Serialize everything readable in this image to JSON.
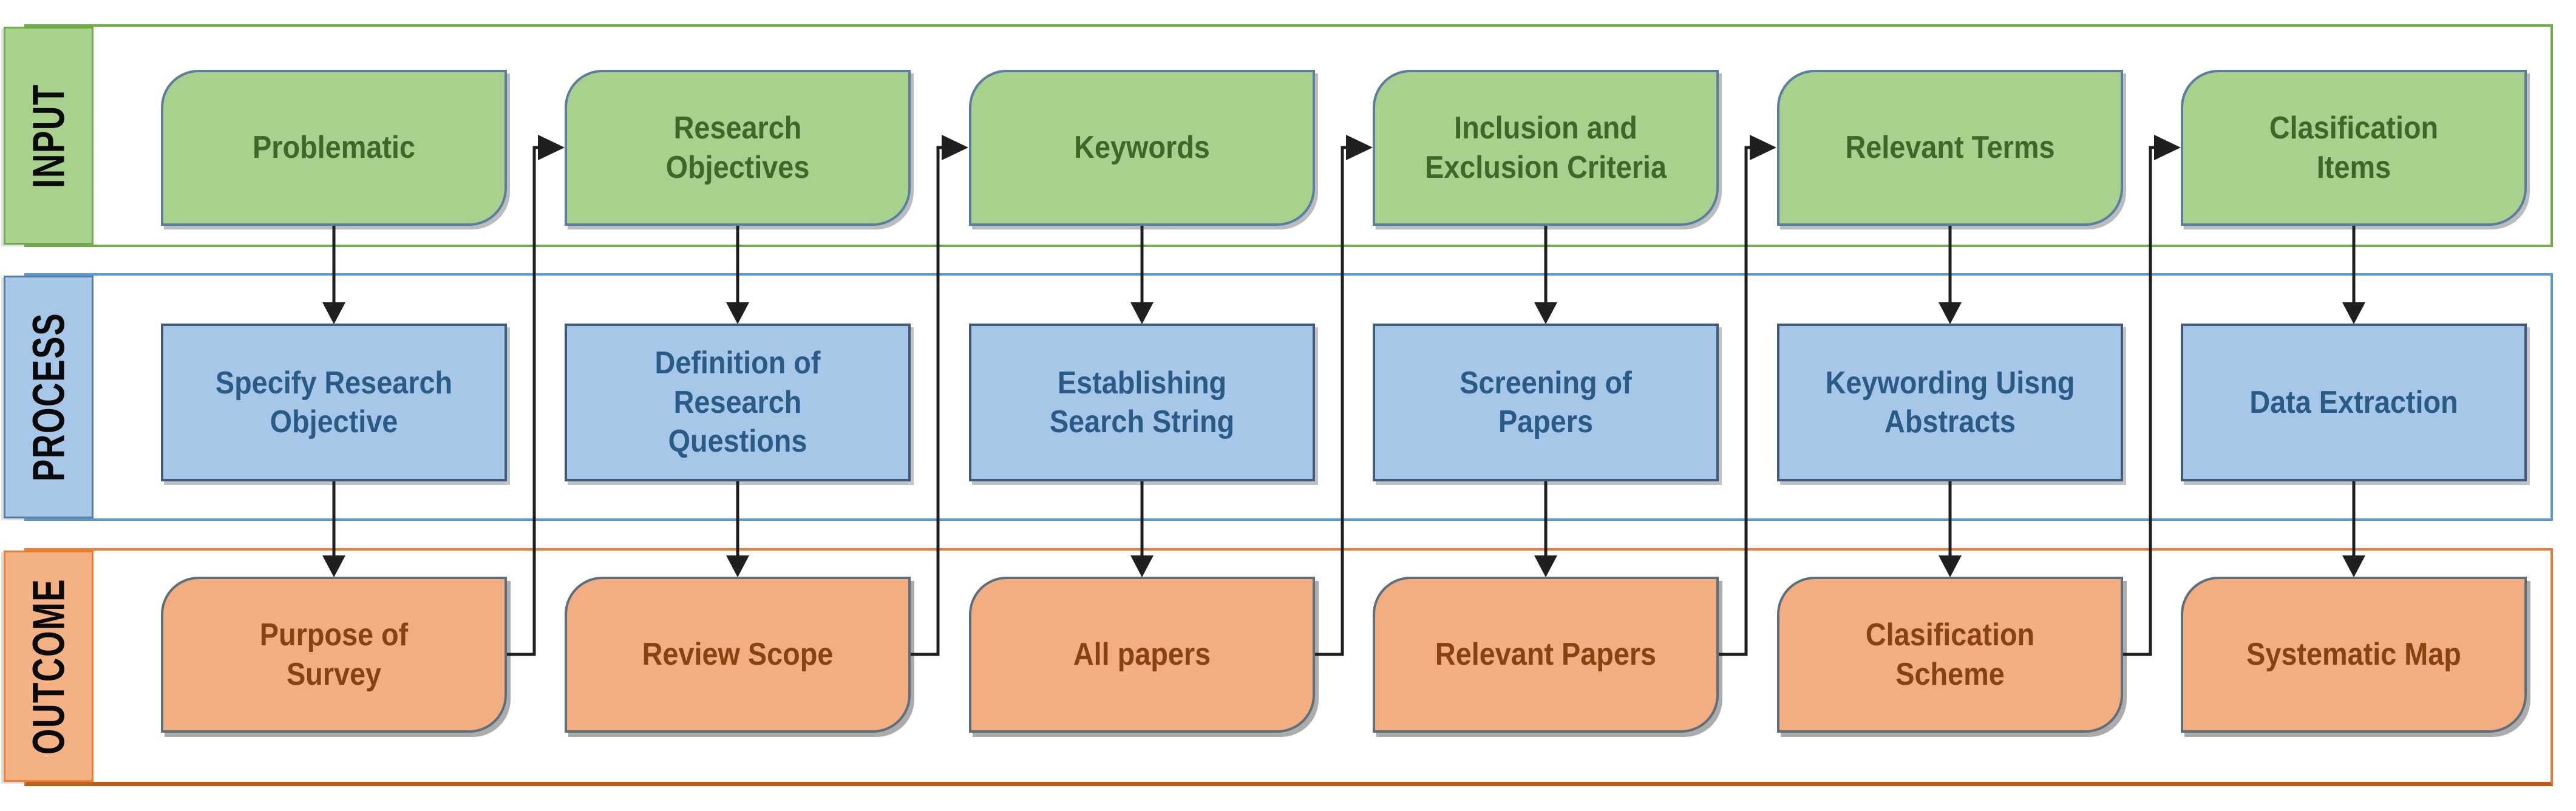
{
  "diagram": {
    "bands": [
      {
        "label": "INPUT",
        "boxes": [
          {
            "label": "Problematic"
          },
          {
            "label": "Research\nObjectives"
          },
          {
            "label": "Keywords"
          },
          {
            "label": "Inclusion and\nExclusion Criteria"
          },
          {
            "label": "Relevant Terms"
          },
          {
            "label": "Clasification\nItems"
          }
        ]
      },
      {
        "label": "PROCESS",
        "boxes": [
          {
            "label": "Specify Research\nObjective"
          },
          {
            "label": "Definition of\nResearch\nQuestions"
          },
          {
            "label": "Establishing\nSearch String"
          },
          {
            "label": "Screening of\nPapers"
          },
          {
            "label": "Keywording Uisng\nAbstracts"
          },
          {
            "label": "Data Extraction"
          }
        ]
      },
      {
        "label": "OUTCOME",
        "boxes": [
          {
            "label": "Purpose of\nSurvey"
          },
          {
            "label": "Review Scope"
          },
          {
            "label": "All papers"
          },
          {
            "label": "Relevant Papers"
          },
          {
            "label": "Clasification\nScheme"
          },
          {
            "label": "Systematic Map"
          }
        ]
      }
    ],
    "flows": {
      "column_flow": "input -> process -> outcome",
      "cross_links": [
        "Purpose of Survey -> Research Objectives",
        "Review Scope -> Keywords",
        "All papers -> Inclusion and Exclusion Criteria",
        "Relevant Papers -> Relevant Terms",
        "Clasification Scheme -> Clasification Items"
      ]
    },
    "colors": {
      "bands": {
        "input": {
          "box-fill": "#a9d18e",
          "box-border": "#5a7da0",
          "text": "#3d6827",
          "band-border": "#70ad47",
          "label-fill": "#a9d18e"
        },
        "process": {
          "box-fill": "#a7c7e8",
          "box-border": "#41597a",
          "text": "#2a5a86",
          "band-border": "#5b9bd5",
          "label-fill": "#a7c7e8"
        },
        "outcome": {
          "box-fill": "#f2ae80",
          "box-border": "#5d6e7c",
          "text": "#8a4112",
          "band-border": "#ed7d31",
          "band-border-bottom": "#c55a11",
          "label-fill": "#f4b183"
        }
      },
      "connector": "#1f1f1f"
    }
  }
}
